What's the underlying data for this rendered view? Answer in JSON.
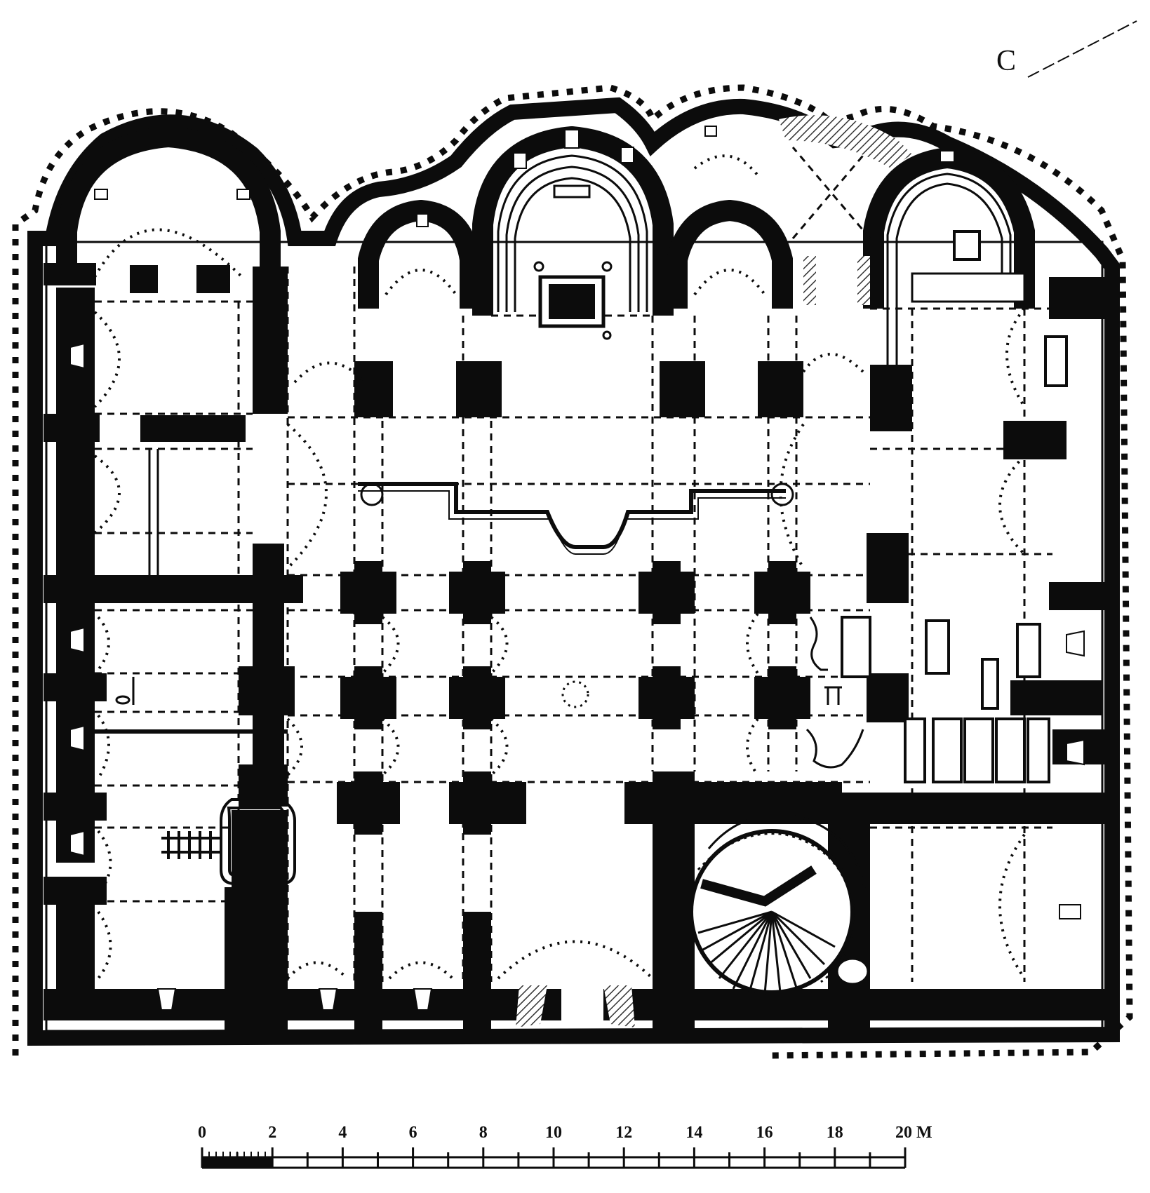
{
  "colors": {
    "ink": "#0c0c0c",
    "paper": "#ffffff",
    "hatch": "#333333"
  },
  "icons": [
    "north-marker-line",
    "vault-dotted-arc",
    "spiral-staircase-icon"
  ],
  "plan": {
    "north_marker_letter": "C",
    "scale_bar": {
      "ticks": [
        "0",
        "2",
        "4",
        "6",
        "8",
        "10",
        "12",
        "14",
        "16",
        "18",
        "20 M"
      ]
    }
  }
}
